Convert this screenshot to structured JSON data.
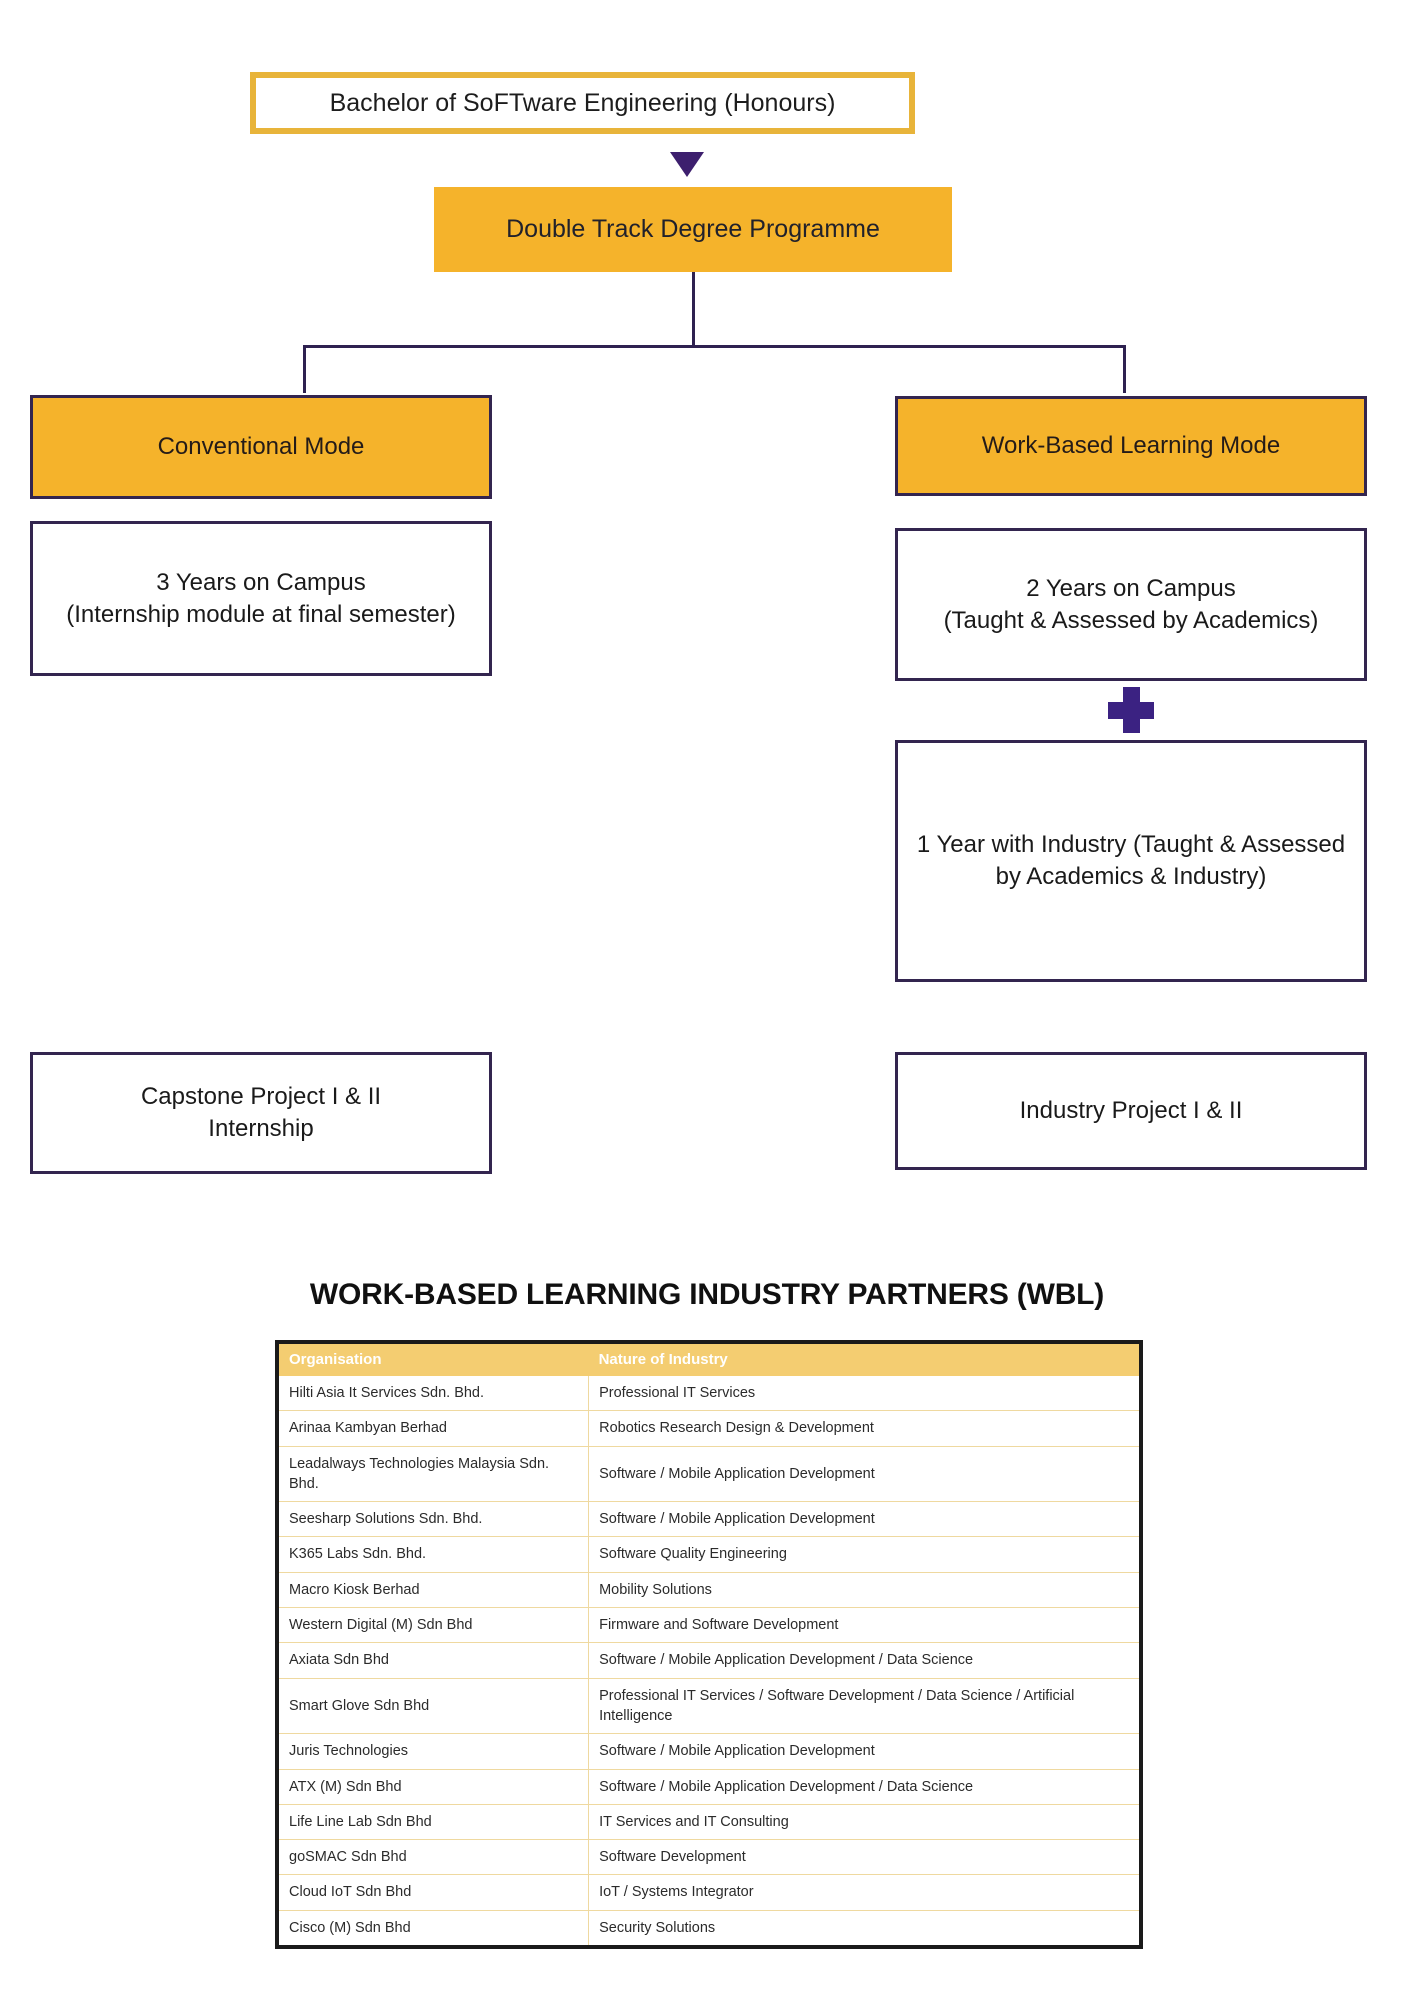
{
  "flowchart": {
    "degree_title": "Bachelor of SoFTware Engineering (Honours)",
    "programme": "Double Track Degree Programme",
    "left_track": {
      "mode_label": "Conventional Mode",
      "detail": "3 Years on Campus\n(Internship module at final semester)",
      "outcome": "Capstone Project I & II\nInternship"
    },
    "right_track": {
      "mode_label": "Work-Based Learning Mode",
      "campus": "2 Years on Campus\n(Taught & Assessed by Academics)",
      "industry": "1 Year with Industry (Taught & Assessed by Academics & Industry)",
      "outcome": "Industry Project I & II",
      "plus_icon": "plus-icon"
    },
    "colors": {
      "gold_border": "#e8b43a",
      "gold_fill": "#f5b32b",
      "dark_purple": "#33254f",
      "plus_purple": "#3b2282",
      "table_header": "#f4cd71"
    }
  },
  "partners": {
    "heading": "WORK-BASED LEARNING INDUSTRY PARTNERS (WBL)",
    "columns": [
      "Organisation",
      "Nature of Industry"
    ],
    "rows": [
      [
        "Hilti Asia It Services Sdn. Bhd.",
        "Professional IT Services"
      ],
      [
        "Arinaa Kambyan Berhad",
        "Robotics Research Design & Development"
      ],
      [
        "Leadalways Technologies Malaysia Sdn. Bhd.",
        "Software / Mobile Application Development"
      ],
      [
        "Seesharp Solutions Sdn. Bhd.",
        "Software / Mobile Application Development"
      ],
      [
        "K365 Labs Sdn. Bhd.",
        "Software Quality Engineering"
      ],
      [
        "Macro Kiosk Berhad",
        "Mobility Solutions"
      ],
      [
        "Western Digital (M) Sdn Bhd",
        "Firmware and Software Development"
      ],
      [
        "Axiata Sdn Bhd",
        "Software / Mobile Application Development / Data Science"
      ],
      [
        "Smart Glove Sdn Bhd",
        "Professional IT Services / Software Development / Data Science / Artificial Intelligence"
      ],
      [
        "Juris Technologies",
        "Software / Mobile Application Development"
      ],
      [
        "ATX (M) Sdn Bhd",
        "Software / Mobile Application Development / Data Science"
      ],
      [
        "Life Line Lab Sdn Bhd",
        "IT Services and IT Consulting"
      ],
      [
        "goSMAC Sdn Bhd",
        "Software Development"
      ],
      [
        "Cloud IoT Sdn Bhd",
        "IoT / Systems Integrator"
      ],
      [
        "Cisco (M) Sdn Bhd",
        "Security Solutions"
      ]
    ]
  }
}
